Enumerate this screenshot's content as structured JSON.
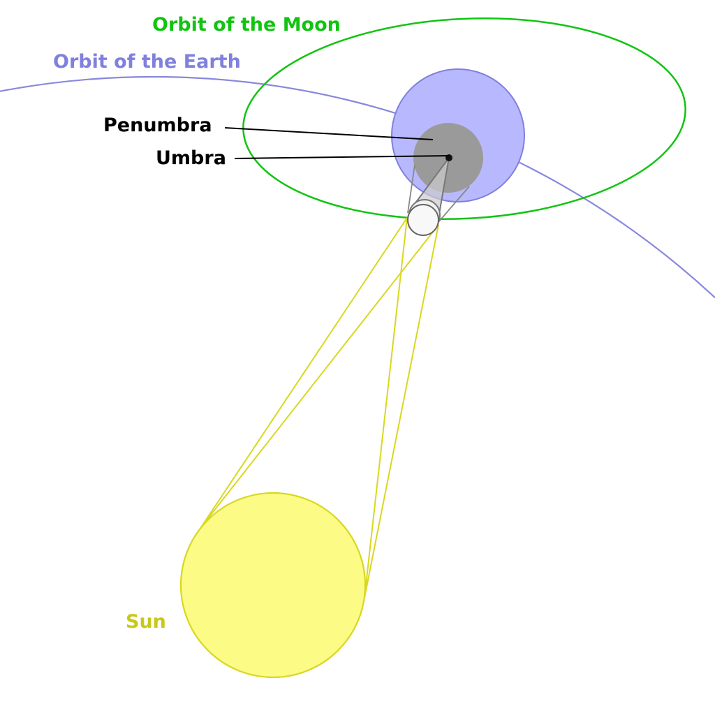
{
  "labels": {
    "moon_orbit": "Orbit of the Moon",
    "earth_orbit": "Orbit of the Earth",
    "penumbra": "Penumbra",
    "umbra": "Umbra",
    "sun": "Sun"
  },
  "colors": {
    "moon_orbit": "#11c411",
    "earth_orbit": "#8080dd",
    "earth_fill": "#b8b8ff",
    "umbra_fill": "#9a9a9a",
    "sun_fill": "#fbfb86",
    "sun_stroke": "#d8d820",
    "sun_label": "#c8c818"
  }
}
